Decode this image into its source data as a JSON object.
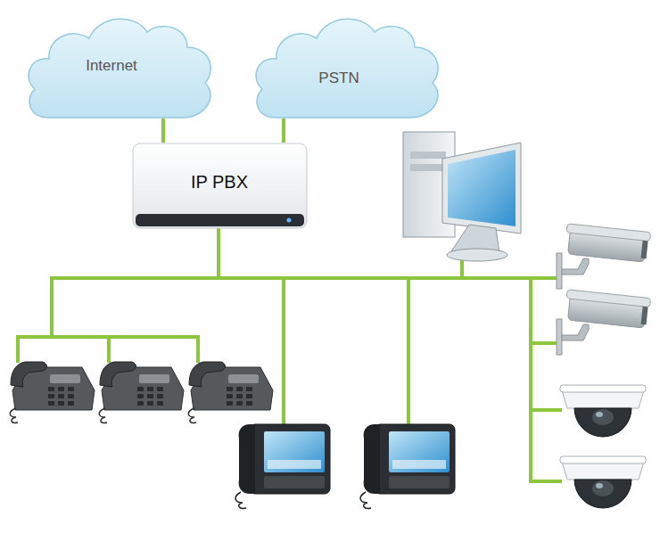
{
  "diagram": {
    "nodes": [
      {
        "text": [
          "Internet"
        ]
      },
      {
        "text": [
          "PSTN"
        ]
      },
      {
        "text": [
          "IP PBX"
        ]
      }
    ],
    "edges": [
      {
        "from": 0,
        "to": 2,
        "arrow": "none"
      },
      {
        "from": 1,
        "to": 2,
        "arrow": "none"
      }
    ]
  }
}
